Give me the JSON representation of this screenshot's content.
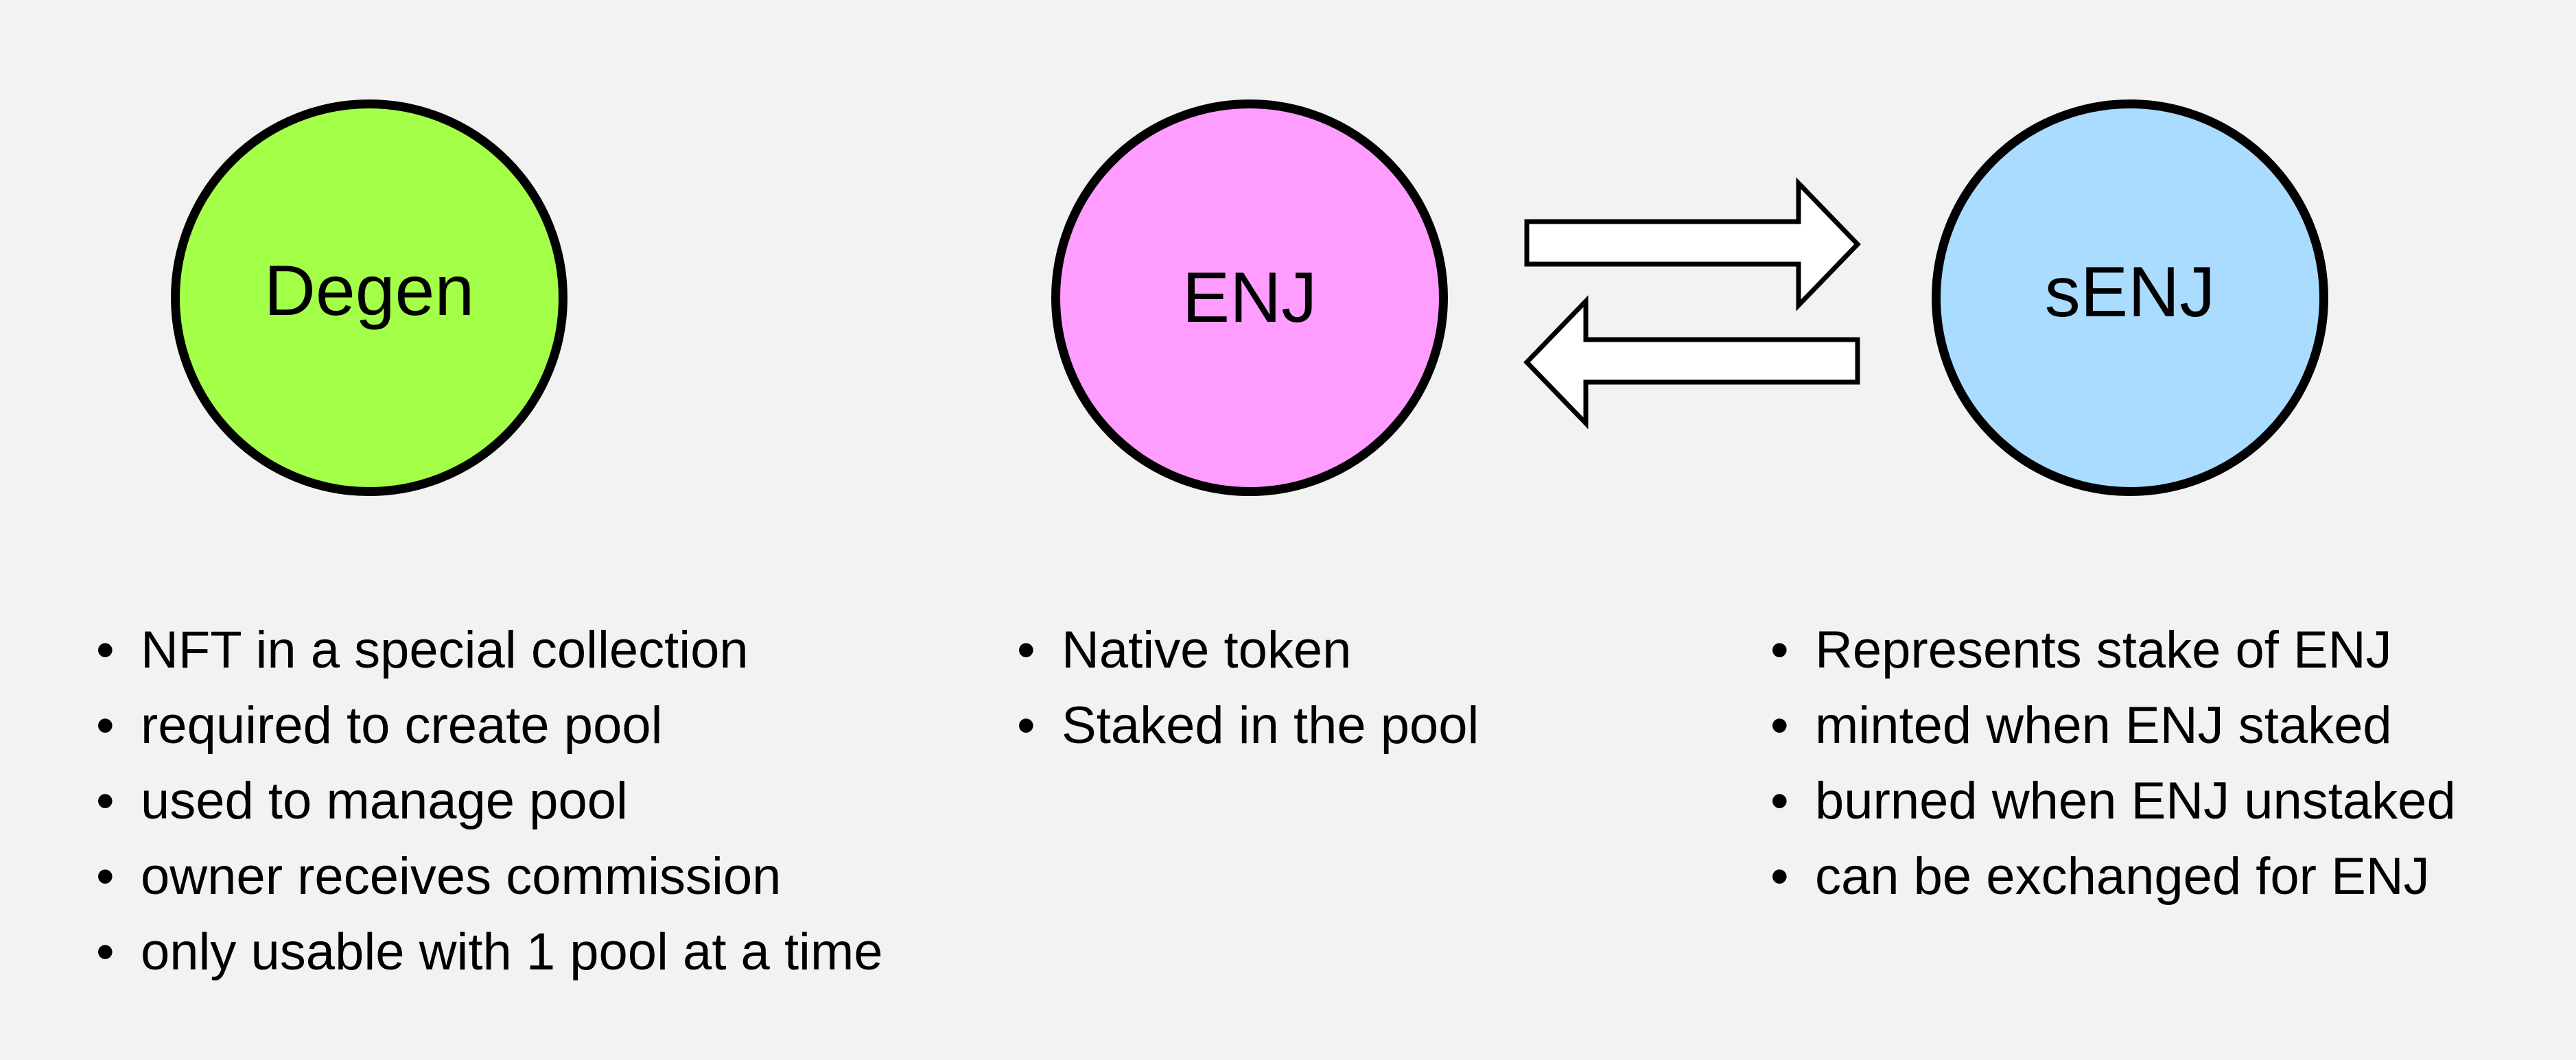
{
  "colors": {
    "background": "#f2f2f2",
    "degen_fill": "#a3ff47",
    "enj_fill": "#ff9cff",
    "senj_fill": "#aadcff",
    "outline": "#000000"
  },
  "nodes": {
    "degen": {
      "label": "Degen",
      "bullets": [
        "NFT in a special collection",
        "required to create pool",
        "used to manage pool",
        "owner receives commission",
        "only usable with 1 pool at a time"
      ]
    },
    "enj": {
      "label": "ENJ",
      "bullets": [
        "Native token",
        "Staked in the pool"
      ]
    },
    "senj": {
      "label": "sENJ",
      "bullets": [
        "Represents stake of ENJ",
        "minted when ENJ staked",
        "burned when ENJ unstaked",
        "can be exchanged for ENJ"
      ]
    }
  },
  "edges": [
    {
      "from": "enj",
      "to": "senj",
      "icon": "arrow-right-icon"
    },
    {
      "from": "senj",
      "to": "enj",
      "icon": "arrow-left-icon"
    }
  ]
}
